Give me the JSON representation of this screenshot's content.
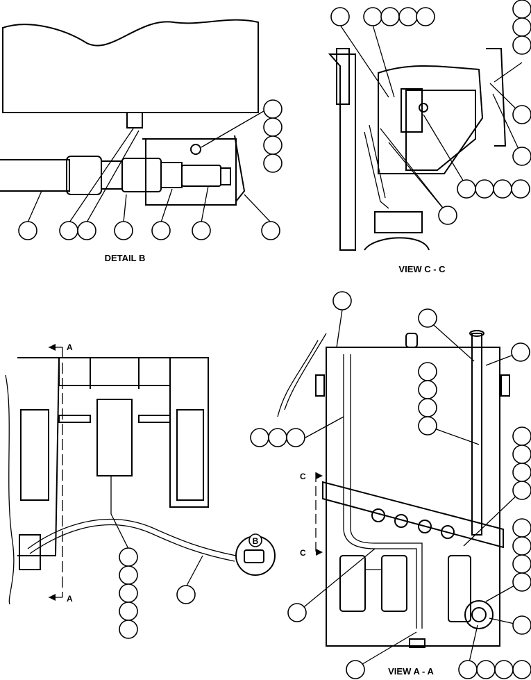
{
  "captions": {
    "detail_b": "DETAIL B",
    "view_c": "VIEW C - C",
    "view_a": "VIEW A - A"
  },
  "markers": {
    "a": "A",
    "b": "B",
    "c": "C"
  }
}
